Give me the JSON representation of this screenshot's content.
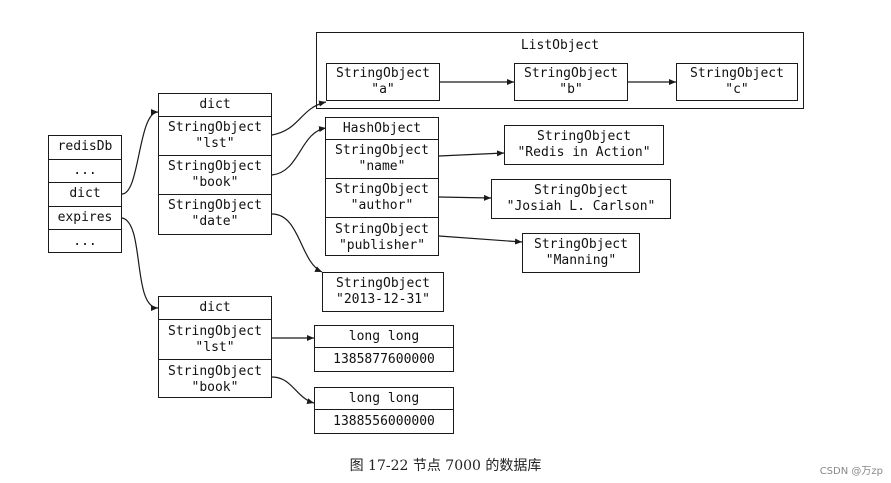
{
  "redisdb": {
    "cells": [
      "redisDb",
      "...",
      "dict",
      "expires",
      "..."
    ]
  },
  "dict_main": {
    "header": "dict",
    "entries": [
      "StringObject\n\"lst\"",
      "StringObject\n\"book\"",
      "StringObject\n\"date\""
    ]
  },
  "list": {
    "title": "ListObject",
    "items": [
      "StringObject\n\"a\"",
      "StringObject\n\"b\"",
      "StringObject\n\"c\""
    ]
  },
  "hash": {
    "header": "HashObject",
    "entries": [
      "StringObject\n\"name\"",
      "StringObject\n\"author\"",
      "StringObject\n\"publisher\""
    ]
  },
  "hash_values": [
    "StringObject\n\"Redis in Action\"",
    "StringObject\n\"Josiah L. Carlson\"",
    "StringObject\n\"Manning\""
  ],
  "date_value": "StringObject\n\"2013-12-31\"",
  "dict_expires": {
    "header": "dict",
    "entries": [
      "StringObject\n\"lst\"",
      "StringObject\n\"book\""
    ]
  },
  "expire_values": [
    {
      "type": "long long",
      "value": "1385877600000"
    },
    {
      "type": "long long",
      "value": "1388556000000"
    }
  ],
  "caption": "图 17-22   节点 7000 的数据库",
  "watermark": "CSDN @万zp"
}
